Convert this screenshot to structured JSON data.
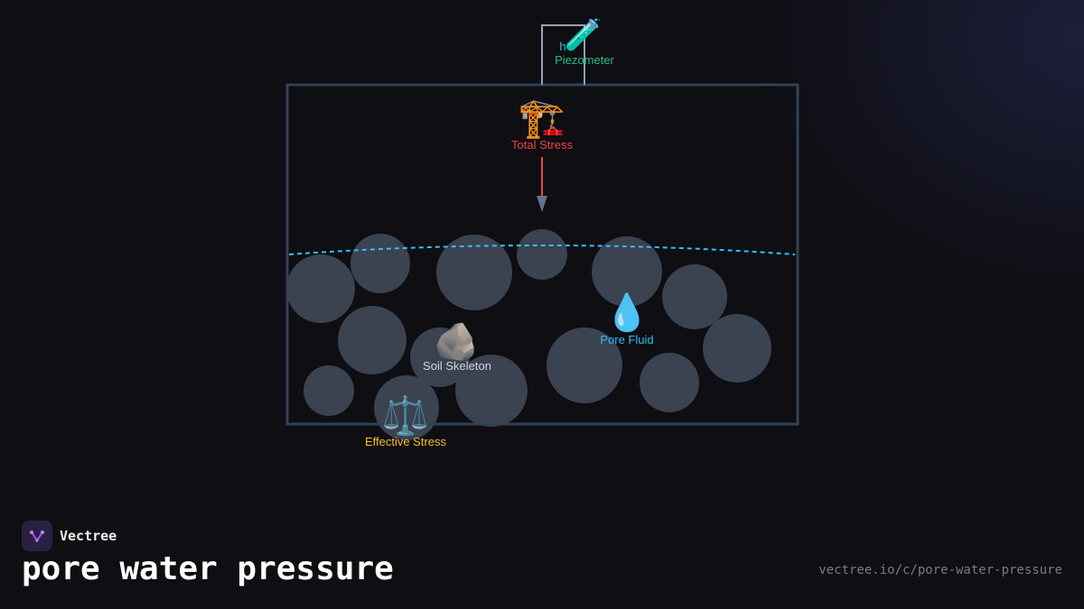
{
  "diagram": {
    "labels": {
      "piezometer": "Piezometer",
      "head": "h",
      "total_stress": "Total Stress",
      "soil_skeleton": "Soil Skeleton",
      "pore_fluid": "Pore Fluid",
      "effective_stress": "Effective Stress"
    },
    "icons": {
      "piezometer": "test-tube-icon",
      "total_stress": "crane-icon",
      "soil_skeleton": "rock-icon",
      "pore_fluid": "droplet-icon",
      "effective_stress": "scales-icon"
    },
    "colors": {
      "piezometer": "#22c08a",
      "head": "#38bdf8",
      "total_stress": "#ef4444",
      "soil_skeleton": "#d1d5db",
      "pore_fluid": "#38bdf8",
      "effective_stress": "#fbbf24",
      "water_table": "#38bdf8",
      "grain": "#3b4250",
      "container": "#334155"
    }
  },
  "brand": {
    "name": "Vectree"
  },
  "page": {
    "title": "pore water pressure",
    "url": "vectree.io/c/pore-water-pressure"
  }
}
